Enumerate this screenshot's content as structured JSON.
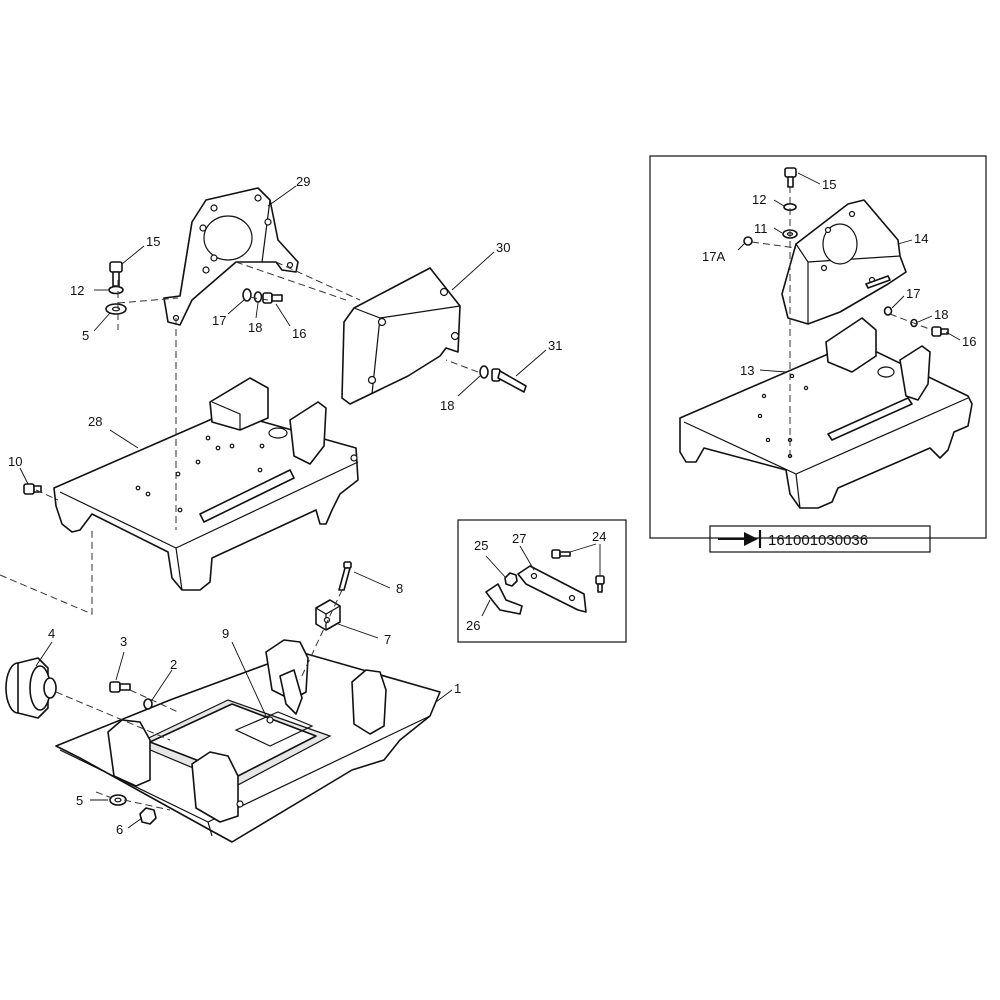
{
  "diagram": {
    "callouts": {
      "c1": "1",
      "c2": "2",
      "c3": "3",
      "c4": "4",
      "c5a": "5",
      "c5b": "5",
      "c6": "6",
      "c7": "7",
      "c8": "8",
      "c9": "9",
      "c10": "10",
      "c11": "11",
      "c12a": "12",
      "c12b": "12",
      "c13": "13",
      "c14": "14",
      "c15a": "15",
      "c15b": "15",
      "c16a": "16",
      "c16b": "16",
      "c17a": "17",
      "c17b": "17",
      "c17A": "17A",
      "c18a": "18",
      "c18b": "18",
      "c18c": "18",
      "c24": "24",
      "c25": "25",
      "c26": "26",
      "c27": "27",
      "c28": "28",
      "c29": "29",
      "c30": "30",
      "c31": "31"
    },
    "serial_reference": "161001030036",
    "colors": {
      "line": "#111111",
      "background": "#ffffff",
      "shade": "#e6e6e6"
    },
    "icons": {
      "serial_marker": "arrow-bar-icon"
    }
  }
}
